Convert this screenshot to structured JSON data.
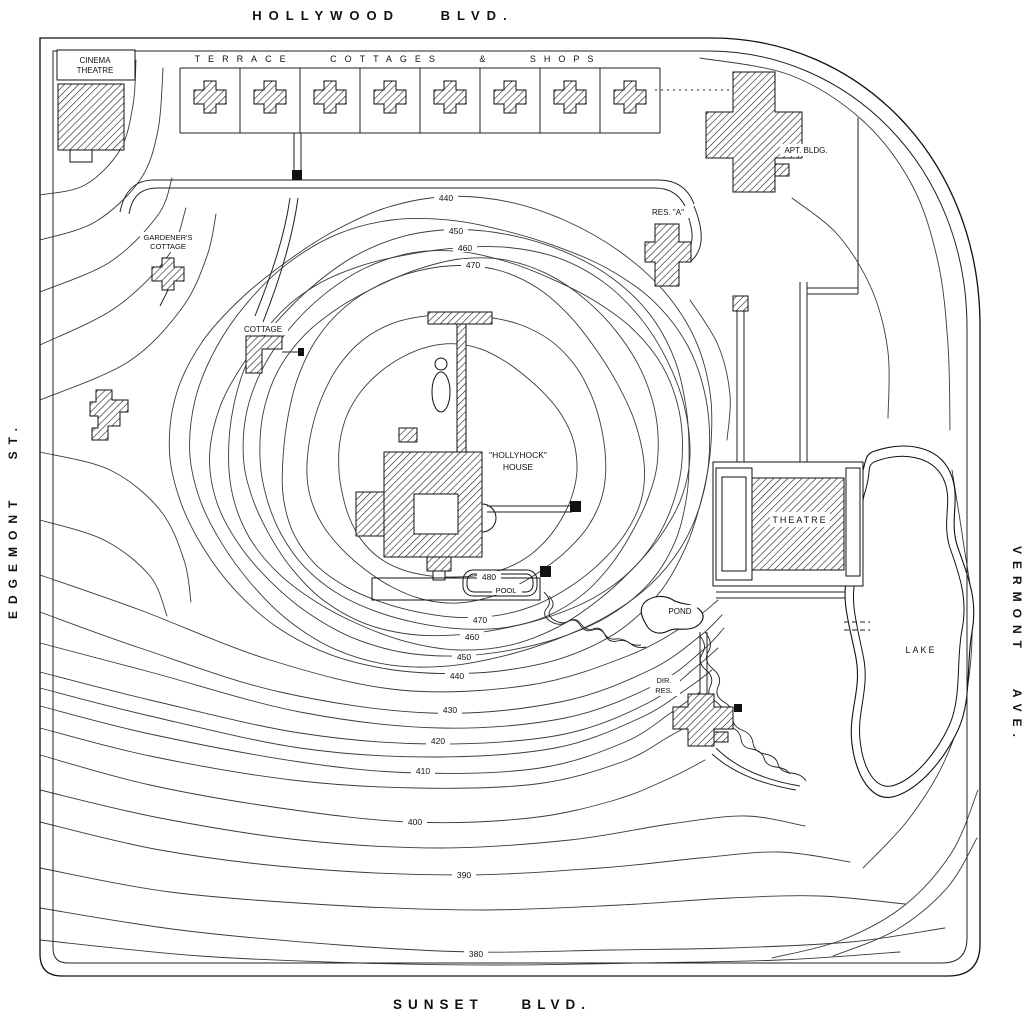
{
  "map": {
    "type": "topographic site plan",
    "colors": {
      "paper": "#ffffff",
      "ink": "#111111"
    }
  },
  "streets": {
    "top": "HOLLYWOOD BLVD.",
    "bottom": "SUNSET BLVD.",
    "left": "EDGEMONT ST.",
    "right": "VERMONT AVE."
  },
  "buildings": {
    "cinema_theatre": {
      "line1": "CINEMA",
      "line2": "THEATRE"
    },
    "terrace_row": {
      "label": "TERRACE COTTAGES & SHOPS",
      "cottage_count": 8
    },
    "apt_bldg": {
      "label": "APT. BLDG."
    },
    "gardeners_cottage": {
      "line1": "GARDENER'S",
      "line2": "COTTAGE"
    },
    "res_a": {
      "label": "RES. \"A\""
    },
    "cottage": {
      "label": "COTTAGE"
    },
    "hollyhock_house": {
      "line1": "\"HOLLYHOCK\"",
      "line2": "HOUSE"
    },
    "theatre": {
      "label": "THEATRE"
    },
    "dir_res": {
      "line1": "DIR.",
      "line2": "RES."
    }
  },
  "water": {
    "pool": "POOL",
    "pond": "POND",
    "lake": "LAKE"
  },
  "contour_labels": {
    "upper": [
      "440",
      "450",
      "460",
      "470"
    ],
    "lower": [
      "480",
      "470",
      "460",
      "450",
      "440",
      "430",
      "420",
      "410",
      "400",
      "390",
      "380"
    ]
  }
}
